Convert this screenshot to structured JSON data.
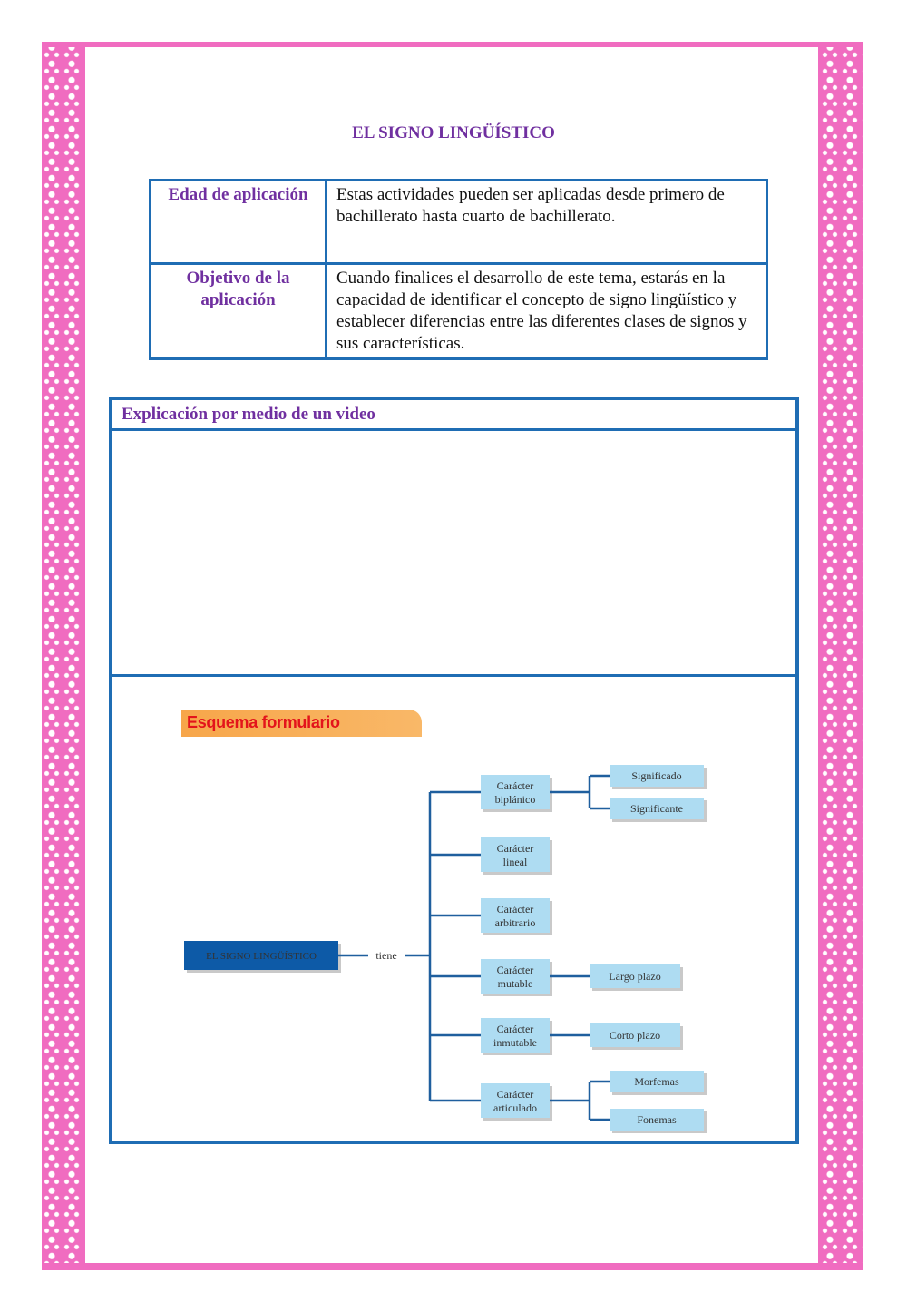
{
  "title": "EL SIGNO LINGÜÍSTICO",
  "info_table": {
    "rows": [
      {
        "label": "Edad de aplicación",
        "text": "Estas actividades pueden ser aplicadas desde  primero de bachillerato hasta cuarto de bachillerato."
      },
      {
        "label": "Objetivo  de la aplicación",
        "text": "Cuando finalices el desarrollo de este tema, estarás en la capacidad de identificar el concepto de signo lingüístico y establecer diferencias entre las diferentes clases de signos y sus características."
      }
    ]
  },
  "video": {
    "header": "Explicación  por medio de un video"
  },
  "diagram": {
    "banner": "Esquema formulario",
    "root": "EL SIGNO LINGÜÍSTICO",
    "connector": "tiene",
    "branches": [
      {
        "label": [
          "Carácter",
          "biplánico"
        ],
        "children": [
          "Significado",
          "Significante"
        ]
      },
      {
        "label": [
          "Carácter",
          "lineal"
        ],
        "children": []
      },
      {
        "label": [
          "Carácter",
          "arbitrario"
        ],
        "children": []
      },
      {
        "label": [
          "Carácter",
          "mutable"
        ],
        "children": [
          "Largo plazo"
        ]
      },
      {
        "label": [
          "Carácter",
          "inmutable"
        ],
        "children": [
          "Corto plazo"
        ]
      },
      {
        "label": [
          "Carácter",
          "articulado"
        ],
        "children": [
          "Morfemas",
          "Fonemas"
        ]
      }
    ],
    "colors": {
      "root_fill": "#0d5aa7",
      "node_fill": "#aedcf2",
      "line": "#1f5f9e",
      "frame_pink": "#f06cc0",
      "table_border": "#1f6db4",
      "heading_purple": "#7030a0"
    }
  }
}
